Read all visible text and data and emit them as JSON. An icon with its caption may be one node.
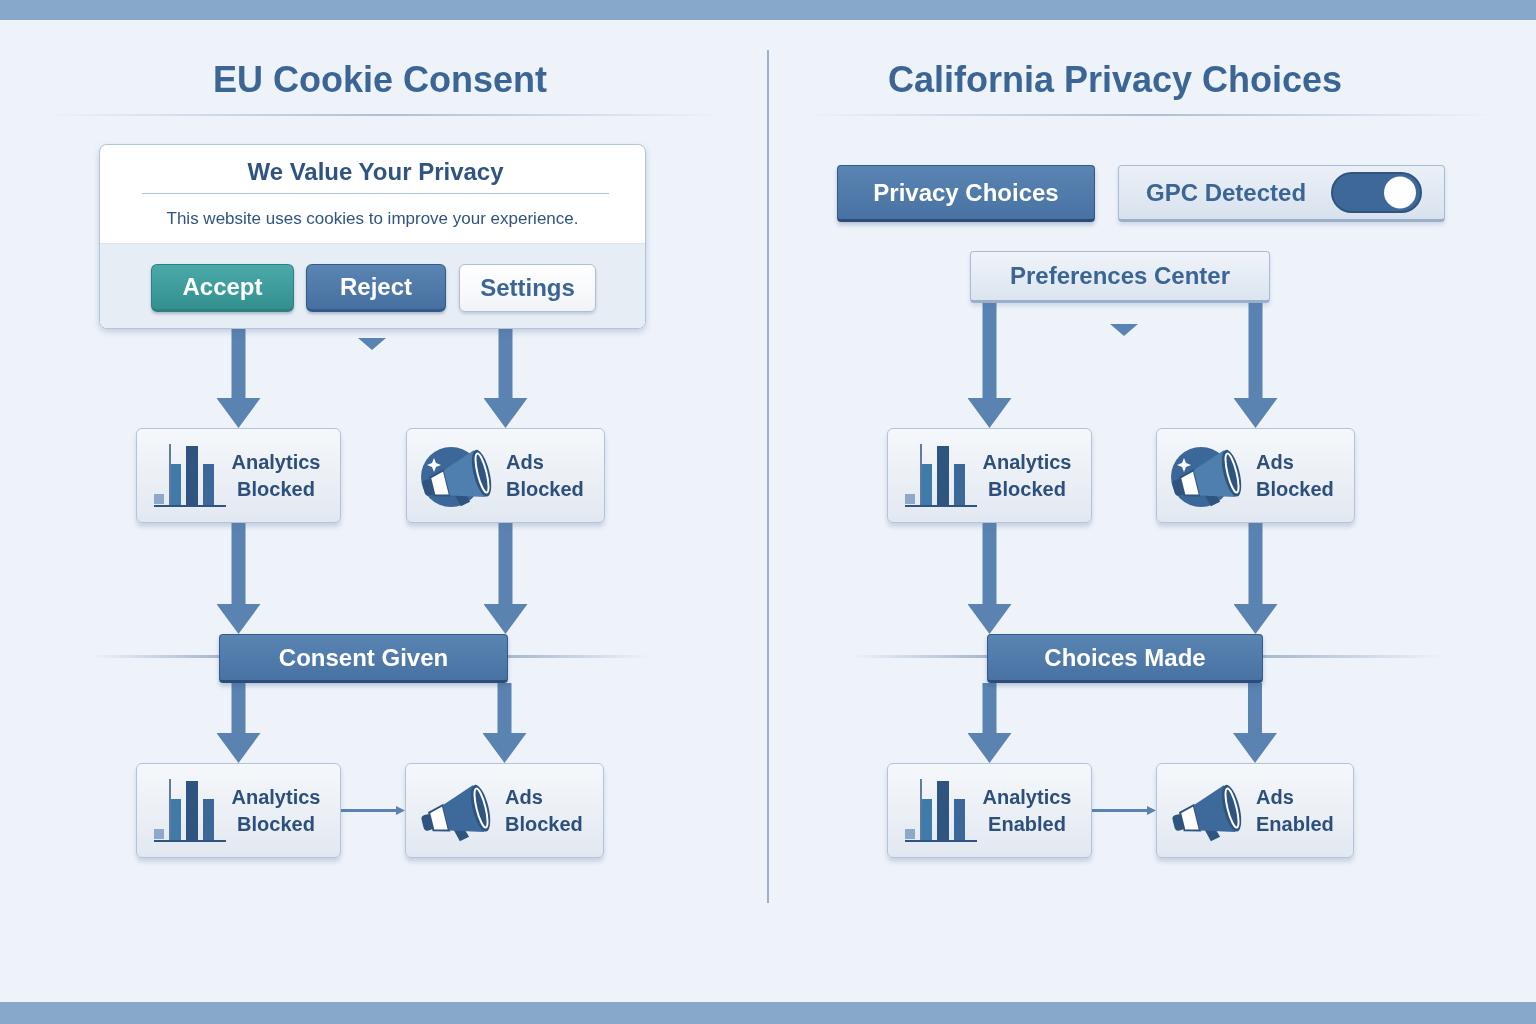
{
  "diagram": {
    "nodes": [
      {
        "text": [
          "We Value Your Privacy",
          "This website uses cookies to improve your experience."
        ]
      },
      {
        "text": [
          "Accept"
        ],
        "in": 0
      },
      {
        "text": [
          "Reject"
        ],
        "in": 0
      },
      {
        "text": [
          "Settings"
        ],
        "in": 0
      },
      {
        "text": [
          "Analytics Blocked"
        ]
      },
      {
        "text": [
          "Ads Blocked"
        ]
      },
      {
        "text": [
          "Consent Given"
        ]
      },
      {
        "text": [
          "Analytics Blocked"
        ]
      },
      {
        "text": [
          "Ads Blocked"
        ]
      },
      {
        "text": [
          "Privacy Choices"
        ]
      },
      {
        "text": [
          "GPC Detected"
        ]
      },
      {
        "text": [
          "Preferences Center"
        ]
      },
      {
        "text": [
          "Analytics Blocked"
        ]
      },
      {
        "text": [
          "Ads Blocked"
        ]
      },
      {
        "text": [
          "Choices Made"
        ]
      },
      {
        "text": [
          "Analytics Enabled"
        ]
      },
      {
        "text": [
          "Ads Enabled"
        ]
      }
    ],
    "edges": [
      {
        "from": 0,
        "to": 4,
        "arrow": "to"
      },
      {
        "from": 0,
        "to": 5,
        "arrow": "to"
      },
      {
        "from": 4,
        "to": 6,
        "arrow": "to"
      },
      {
        "from": 5,
        "to": 6,
        "arrow": "to"
      },
      {
        "from": 6,
        "to": 7,
        "arrow": "to"
      },
      {
        "from": 6,
        "to": 8,
        "arrow": "to"
      },
      {
        "from": 7,
        "to": 8,
        "arrow": "to"
      },
      {
        "from": 11,
        "to": 12,
        "arrow": "to"
      },
      {
        "from": 11,
        "to": 13,
        "arrow": "to"
      },
      {
        "from": 12,
        "to": 14,
        "arrow": "to"
      },
      {
        "from": 13,
        "to": 14,
        "arrow": "to"
      },
      {
        "from": 14,
        "to": 15,
        "arrow": "to"
      },
      {
        "from": 14,
        "to": 16,
        "arrow": "to"
      },
      {
        "from": 15,
        "to": 16,
        "arrow": "to"
      }
    ],
    "labels": [
      "EU Cookie Consent",
      "California Privacy Choices"
    ]
  }
}
